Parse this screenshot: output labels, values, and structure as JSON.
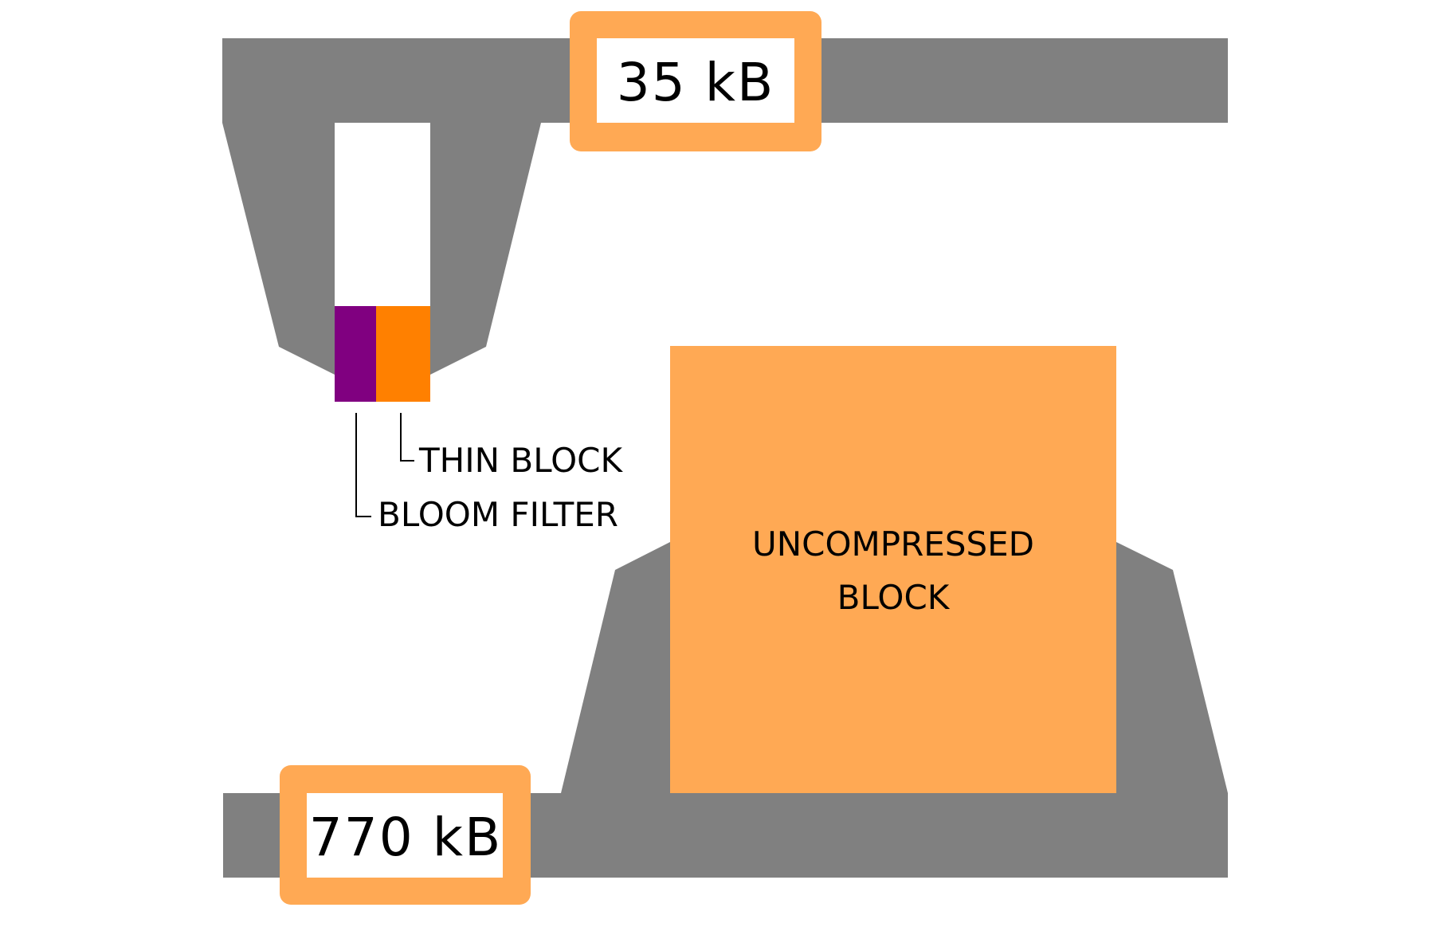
{
  "top_bar": {
    "size_label": "35 kB"
  },
  "bottom_bar": {
    "size_label": "770 kB"
  },
  "thin_block": {
    "label": "THIN BLOCK",
    "segments": [
      {
        "name": "bloom-filter",
        "label": "BLOOM FILTER",
        "color": "#800080"
      },
      {
        "name": "thin-block",
        "label": "THIN BLOCK",
        "color": "#FF8000"
      }
    ]
  },
  "uncompressed_block": {
    "label_line1": "UNCOMPRESSED",
    "label_line2": "BLOCK"
  },
  "colors": {
    "bar": "#808080",
    "accent": "#FFA954",
    "bloom_filter": "#800080",
    "thin_block": "#FF8000",
    "background": "#FFFFFF"
  }
}
